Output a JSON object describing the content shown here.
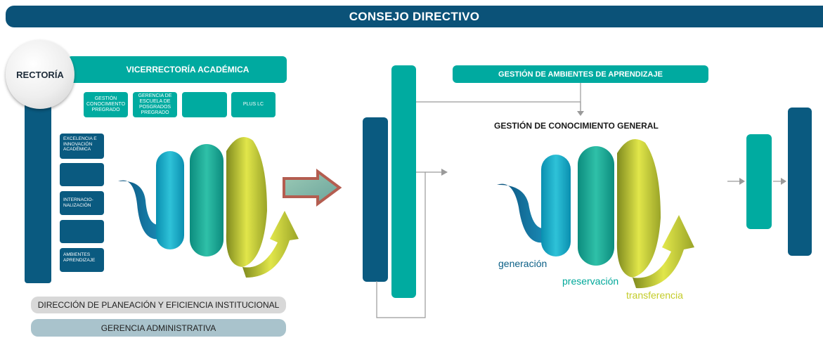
{
  "header": {
    "title": "CONSEJO DIRECTIVO"
  },
  "left": {
    "vicerrectoria": "VICERRECTORÍA ACADÉMICA",
    "rectoria": "RECTORÍA",
    "top_boxes": [
      "GESTIÓN CONOCIMIENTO PREGRADO",
      "GERENCIA DE ESCUELA DE POSGRADOS PREGRADO",
      "",
      "PLUS LC"
    ],
    "side_boxes": [
      "EXCELENCIA E INNOVACIÓN ACADÉMICA",
      "",
      "INTERNACIO-NALIZACIÓN",
      "",
      "AMBIENTES APRENDIZAJE"
    ],
    "planeacion": "DIRECCIÓN DE PLANEACIÓN Y EFICIENCIA INSTITUCIONAL",
    "gerencia": "GERENCIA ADMINISTRATIVA"
  },
  "middle": {
    "ambientes": "GESTIÓN DE AMBIENTES DE APRENDIZAJE",
    "conocimiento": "GESTIÓN DE CONOCIMIENTO GENERAL",
    "labels": {
      "generacion": "generación",
      "preservacion": "preservación",
      "transferencia": "transferencia"
    }
  },
  "colors": {
    "navy": "#0a5a80",
    "teal": "#00aba0",
    "lime": "#c4cc2a",
    "gray_light": "#d8d8d8",
    "gray_blue": "#a9c3cc",
    "arrow": "#9a9a9a"
  }
}
